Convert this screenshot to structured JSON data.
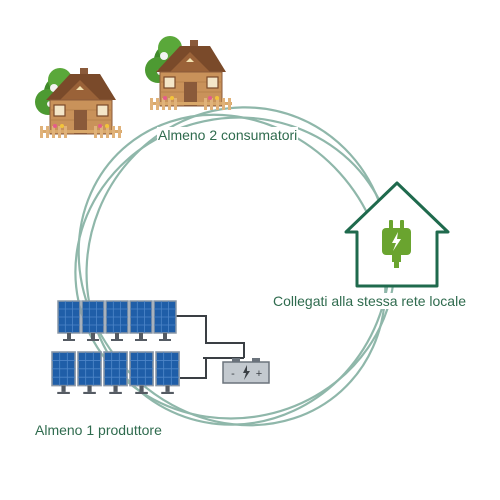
{
  "labels": {
    "consumers": "Almeno 2 consumatori",
    "network": "Collegati alla stessa rete locale",
    "producer": "Almeno 1 produttore"
  },
  "battery": {
    "minus": "-",
    "plus": "+"
  },
  "icons": {
    "house": "house-icon",
    "plug": "plug-icon",
    "solar": "solar-panel-icon",
    "battery": "battery-icon",
    "tree": "tree-icon"
  },
  "colors": {
    "text": "#2f6b4e",
    "ring": "#8fb7aa",
    "house_outline": "#1f6a4d",
    "plug": "#6aa42f",
    "panel": "#1f5ea8",
    "wall": "#c9925a",
    "roof": "#7a4a2a"
  }
}
